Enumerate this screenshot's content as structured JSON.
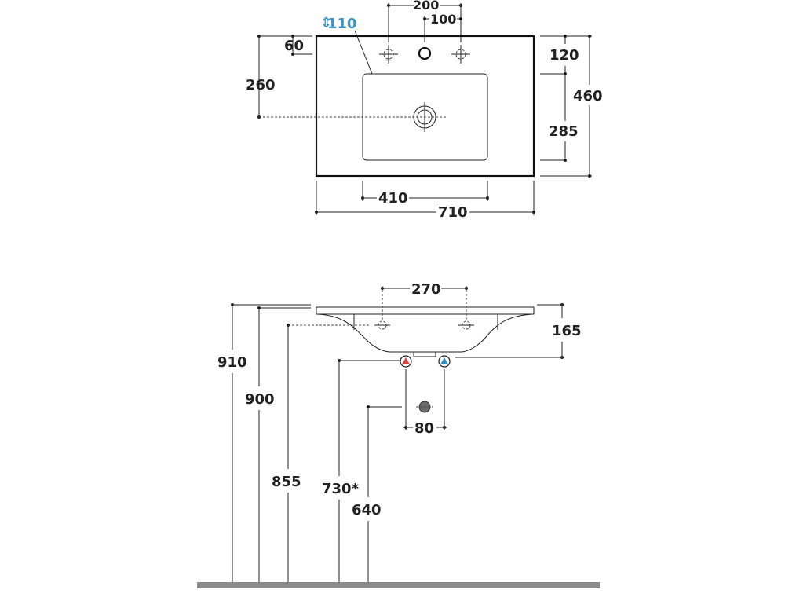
{
  "top_view": {
    "dims": {
      "hole_spacing_outer": "200",
      "hole_spacing_inner": "100",
      "tap_hole_height": "110",
      "side_offset": "60",
      "drain_from_back": "260",
      "back_to_basin": "120",
      "total_depth": "460",
      "basin_depth": "285",
      "basin_width": "410",
      "total_width": "710"
    }
  },
  "side_view": {
    "dims": {
      "fixing_spacing": "270",
      "basin_height": "165",
      "top_height": "910",
      "rim_height": "900",
      "fixing_height": "855",
      "supply_height": "730*",
      "waste_height": "640",
      "supply_spacing": "80"
    }
  },
  "colors": {
    "accent": "#3a95c9",
    "hot": "#d9413b",
    "cold": "#2d8fc6",
    "floor": "#8a8a8a",
    "waste": "#6b6b6b"
  }
}
